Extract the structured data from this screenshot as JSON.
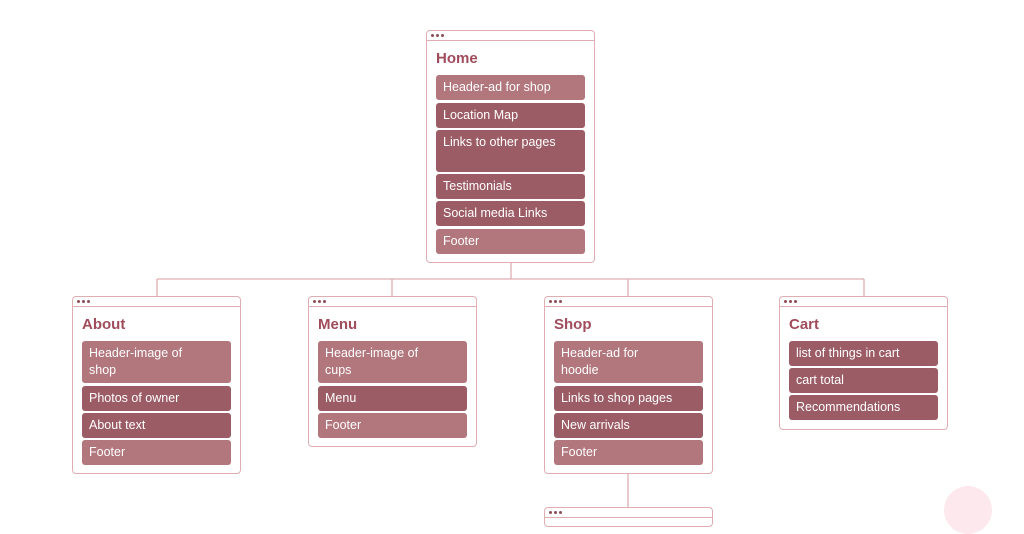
{
  "colors": {
    "connector": "#e0aeb2",
    "card_border": "#e0aeb2",
    "title": "#a04c5b",
    "item_light": "#b2767d",
    "item_dark": "#9c5c65"
  },
  "home": {
    "title": "Home",
    "items": [
      "Header-ad for shop",
      "Location Map",
      "Links to other pages",
      "Testimonials",
      "Social media Links",
      "Footer"
    ]
  },
  "about": {
    "title": "About",
    "items": [
      "Header-image of shop",
      "Photos of owner",
      "About text",
      "Footer"
    ]
  },
  "menu": {
    "title": "Menu",
    "items": [
      "Header-image of cups",
      "Menu",
      "Footer"
    ]
  },
  "shop": {
    "title": "Shop",
    "items": [
      "Header-ad for hoodie",
      "Links to shop pages",
      "New arrivals",
      "Footer"
    ]
  },
  "cart": {
    "title": "Cart",
    "items": [
      "list of things in cart",
      "cart total",
      "Recommendations"
    ]
  }
}
